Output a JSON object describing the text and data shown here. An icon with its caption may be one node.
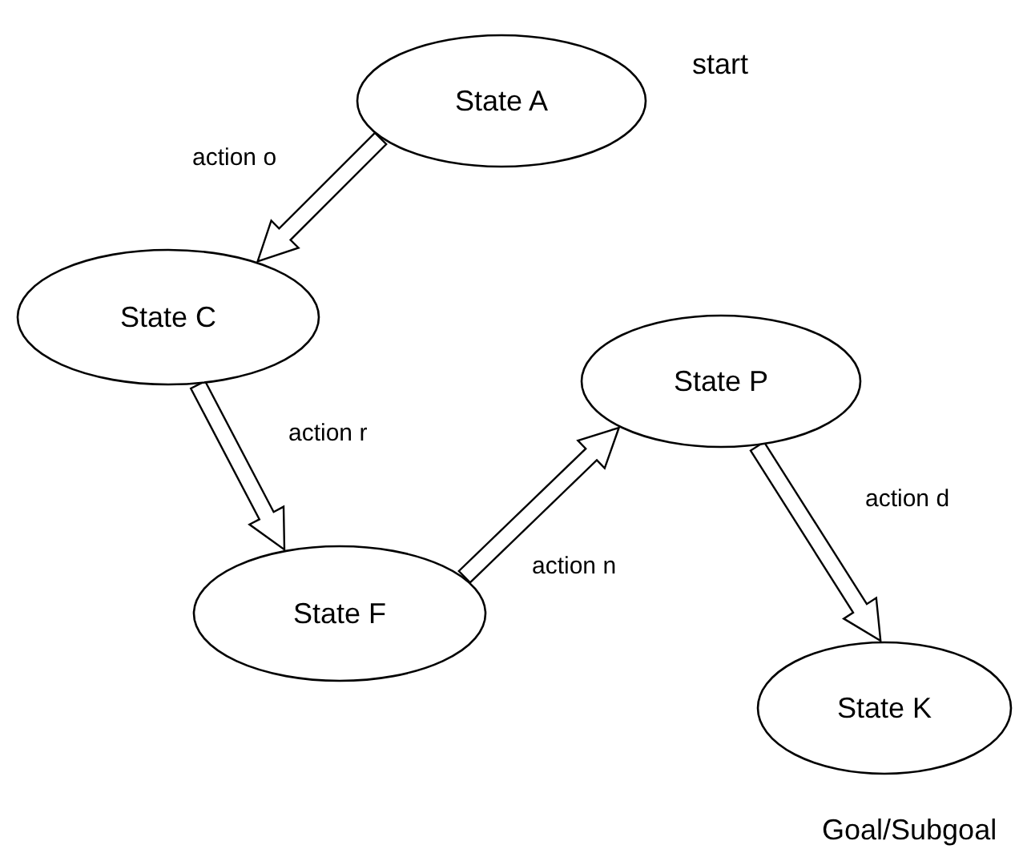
{
  "diagram": {
    "nodes": [
      {
        "text": [
          "State A"
        ],
        "beside": [
          "start"
        ]
      },
      {
        "text": [
          "State C"
        ]
      },
      {
        "text": [
          "State P"
        ]
      },
      {
        "text": [
          "State F"
        ]
      },
      {
        "text": [
          "State K"
        ],
        "beside": [
          "Goal/Subgoal"
        ]
      }
    ],
    "edges": [
      {
        "from": 0,
        "to": 1,
        "arrow": "to",
        "label": "action o"
      },
      {
        "from": 1,
        "to": 3,
        "arrow": "to",
        "label": "action r"
      },
      {
        "from": 3,
        "to": 2,
        "arrow": "to",
        "label": "action n"
      },
      {
        "from": 2,
        "to": 4,
        "arrow": "to",
        "label": "action d"
      }
    ]
  }
}
